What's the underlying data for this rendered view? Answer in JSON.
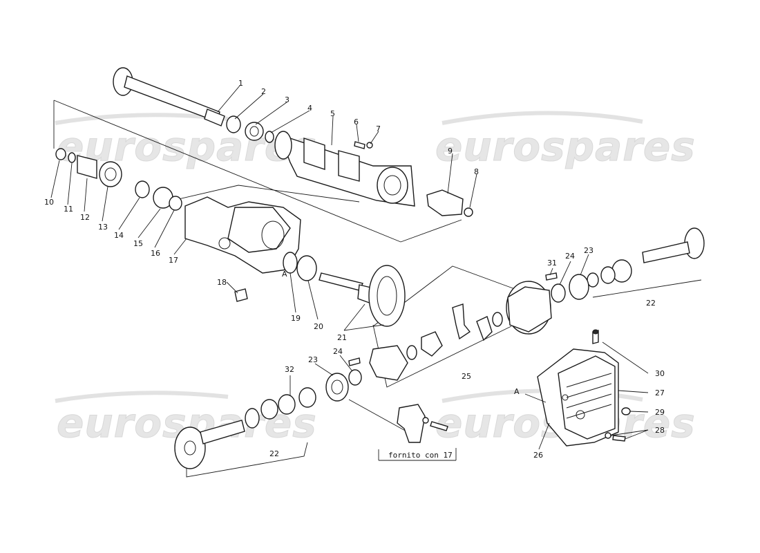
{
  "watermarks": [
    "eurospares",
    "eurospares",
    "eurospares",
    "eurospares"
  ],
  "callouts": [
    "1",
    "2",
    "3",
    "4",
    "5",
    "6",
    "7",
    "8",
    "9",
    "10",
    "11",
    "12",
    "13",
    "14",
    "15",
    "16",
    "17",
    "18",
    "19",
    "20",
    "21",
    "22",
    "23",
    "24",
    "31",
    "A",
    "25",
    "30",
    "27",
    "29",
    "28",
    "26",
    "32",
    "23",
    "24",
    "22",
    "A"
  ],
  "note": "fornito con 17"
}
